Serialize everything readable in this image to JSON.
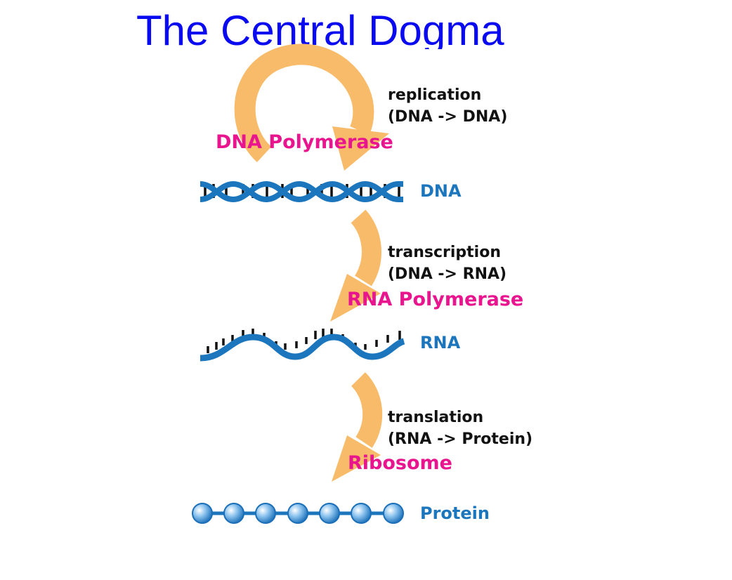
{
  "title": "The Central Dogma",
  "steps": [
    {
      "process": "replication",
      "conversion": "(DNA -> DNA)",
      "enzyme": "DNA Polymerase"
    },
    {
      "process": "transcription",
      "conversion": "(DNA -> RNA)",
      "enzyme": "RNA Polymerase"
    },
    {
      "process": "translation",
      "conversion": "(RNA -> Protein)",
      "enzyme": "Ribosome"
    }
  ],
  "molecules": [
    "DNA",
    "RNA",
    "Protein"
  ],
  "colors": {
    "title": "#0a0af0",
    "arrow": "#f8bb6a",
    "strand": "#1c76bd",
    "enzyme": "#e8158f",
    "text": "#111111"
  }
}
